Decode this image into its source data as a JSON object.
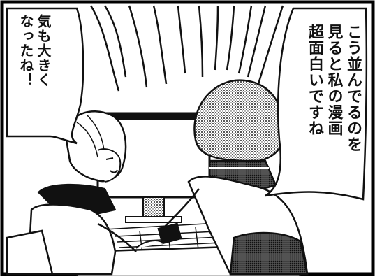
{
  "panel": {
    "right_bubble": {
      "lines": [
        "こう並んでるのを",
        "見ると私の漫画",
        "超面白いですね"
      ]
    },
    "left_bubble": {
      "lines": [
        "気も大きく",
        "なったね！"
      ]
    }
  },
  "colors": {
    "ink": "#111111",
    "paper": "#ffffff",
    "screentone": "#bbbbbb"
  }
}
